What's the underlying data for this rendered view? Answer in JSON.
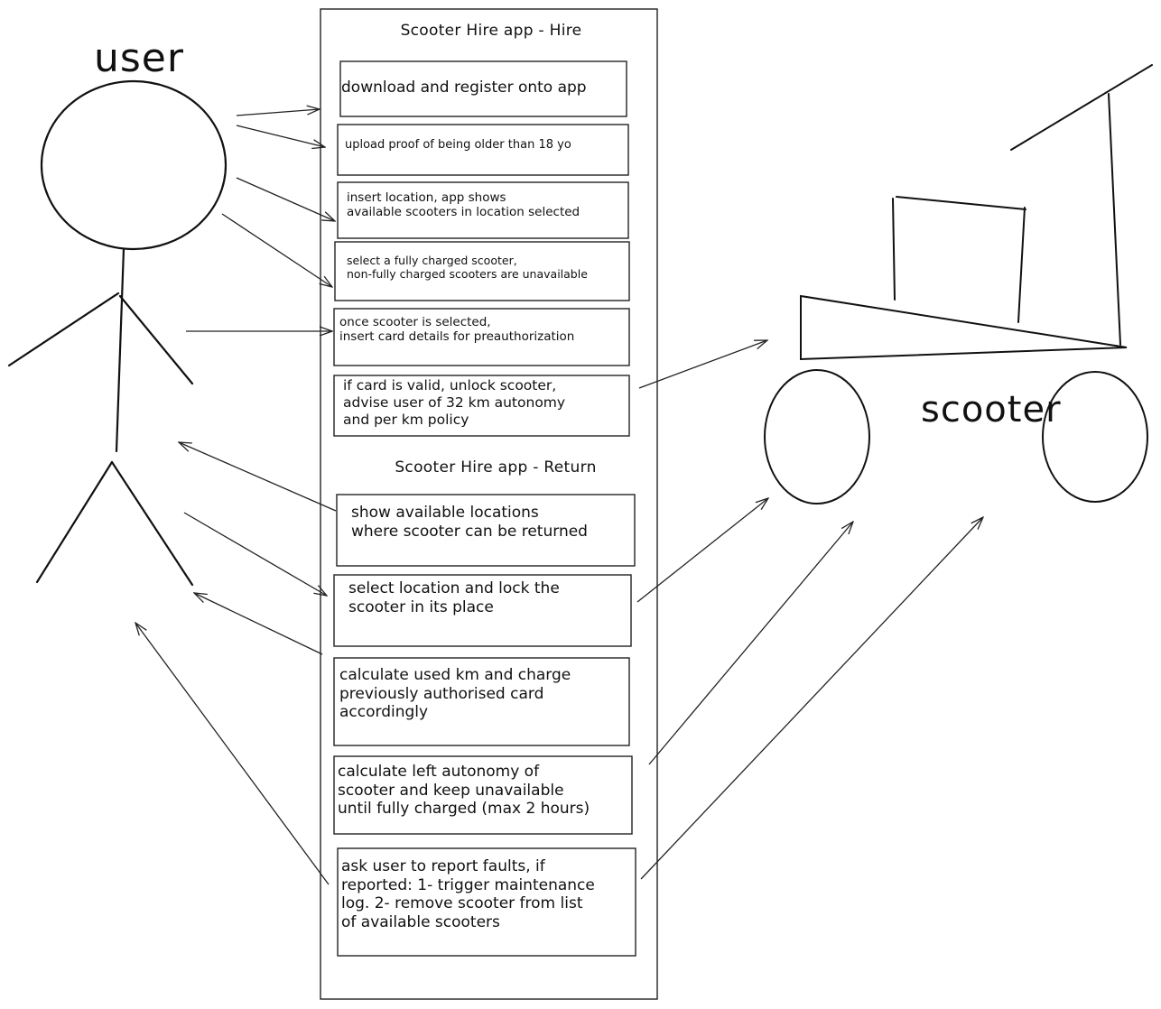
{
  "diagram": {
    "user_label": "user",
    "scooter_label": "scooter",
    "hire_title": "Scooter Hire app - Hire",
    "return_title": "Scooter Hire app - Return",
    "steps": [
      {
        "text": "download and register onto app"
      },
      {
        "text": "upload proof of being older than 18 yo"
      },
      {
        "text": "insert location, app shows\navailable scooters in location selected"
      },
      {
        "text": "select a fully charged scooter,\nnon-fully charged scooters are unavailable"
      },
      {
        "text": "once scooter is selected,\ninsert card details for preauthorization"
      },
      {
        "text": "if card is valid, unlock scooter,\nadvise user of 32 km autonomy\nand per km policy"
      },
      {
        "text": "show available locations\nwhere scooter can be returned"
      },
      {
        "text": "select location and lock the\nscooter in its place"
      },
      {
        "text": "calculate used km and charge\npreviously authorised card\naccordingly"
      },
      {
        "text": "calculate left autonomy of\nscooter and keep unavailable\nuntil fully charged (max 2 hours)"
      },
      {
        "text": "ask user to report faults, if\nreported: 1- trigger maintenance\nlog. 2- remove scooter from list\nof available scooters"
      }
    ]
  }
}
